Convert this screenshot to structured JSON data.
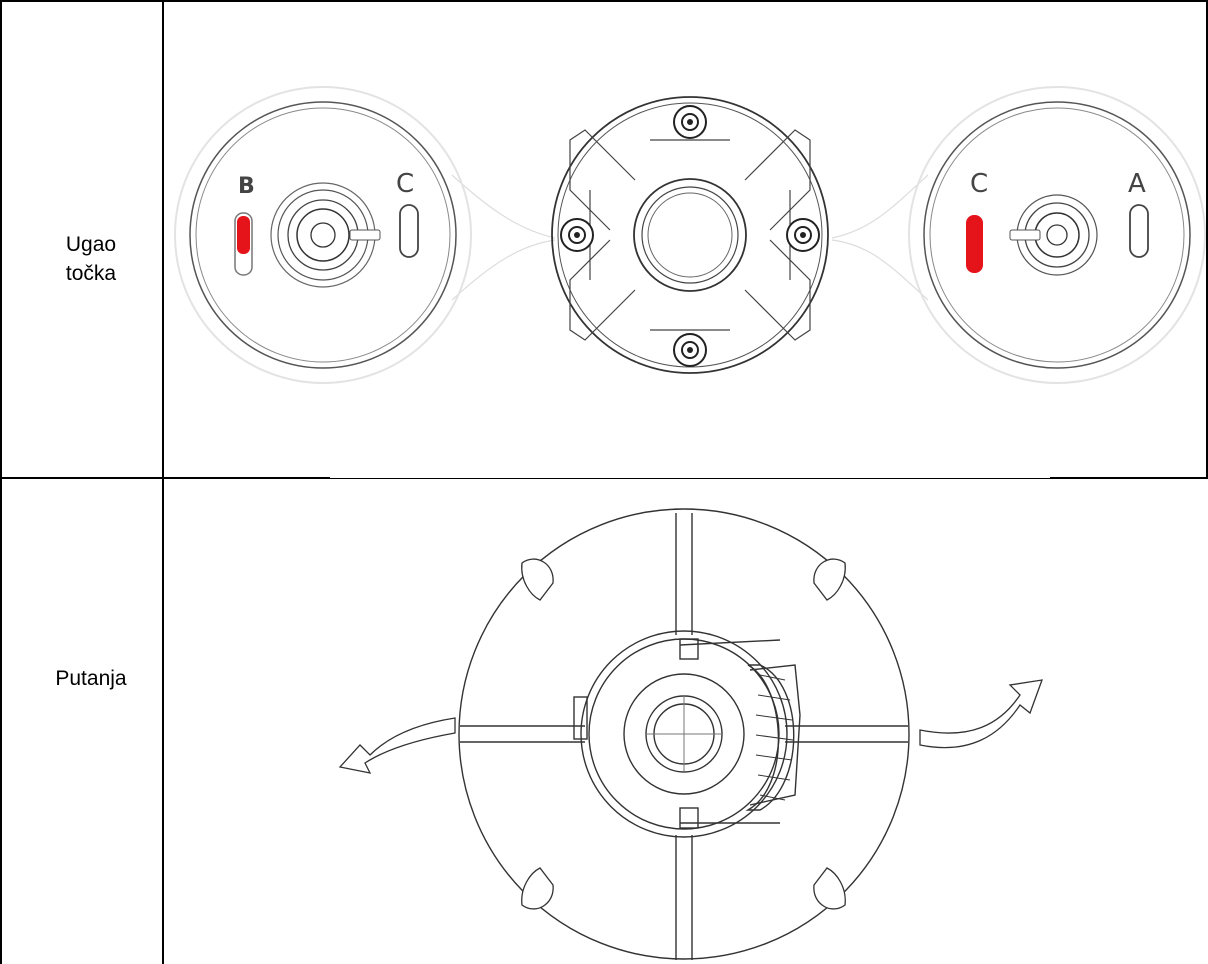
{
  "rows": [
    {
      "label_line1": "Ugao",
      "label_line2": "točka",
      "figure": {
        "left_knob_letters": [
          "B",
          "C"
        ],
        "right_knob_letters": [
          "C",
          "A"
        ],
        "indicator_color": "#e5141b"
      }
    },
    {
      "label": "Putanja",
      "figure": {
        "arrows": [
          "rotate-left-arrow",
          "rotate-right-arrow"
        ]
      }
    }
  ]
}
